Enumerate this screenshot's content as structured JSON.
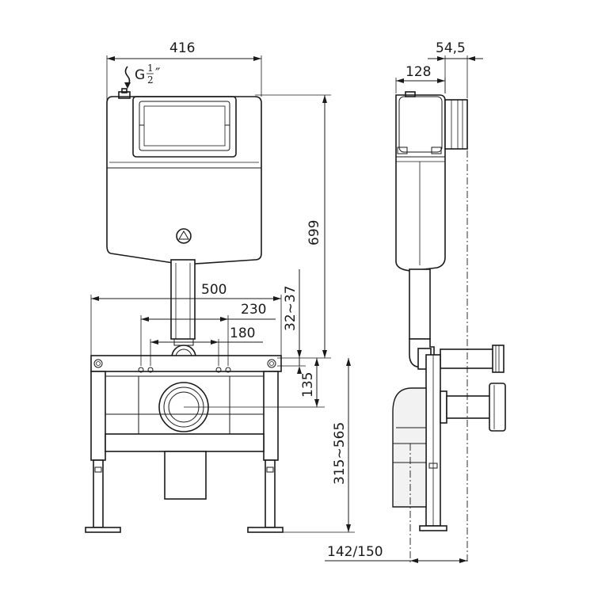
{
  "dimensions": {
    "width_top": "416",
    "depth_side": "54,5",
    "depth_tank": "128",
    "height_tank": "699",
    "width_frame": "500",
    "spacing_230": "230",
    "spacing_180": "180",
    "pipe_range": "32~37",
    "offset_135": "135",
    "height_frame": "315~565",
    "depth_bottom": "142/150"
  },
  "inlet_label": {
    "g": "G",
    "num": "1",
    "den": "2",
    "unit": "″"
  }
}
